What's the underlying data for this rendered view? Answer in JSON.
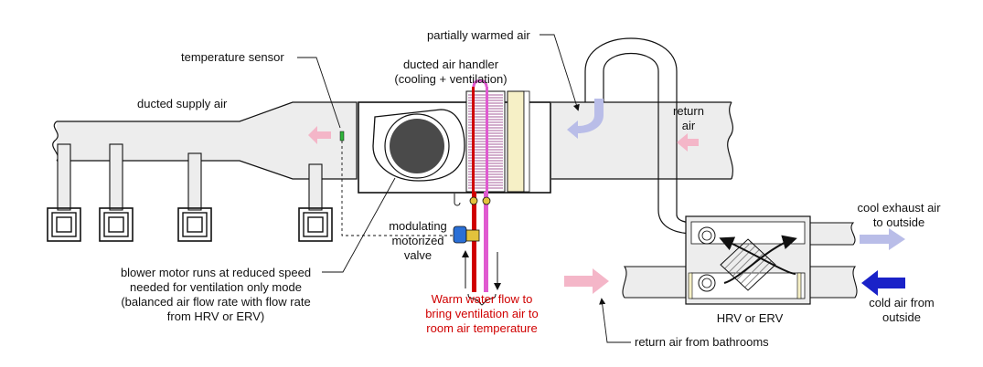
{
  "labels": {
    "temperature_sensor": "temperature sensor",
    "ducted_supply_air": "ducted supply air",
    "air_handler_line1": "ducted air handler",
    "air_handler_line2": "(cooling + ventilation)",
    "partially_warmed_air": "partially warmed air",
    "return_air_line1": "return",
    "return_air_line2": "air",
    "cool_exhaust_line1": "cool exhaust air",
    "cool_exhaust_line2": "to outside",
    "valve_line1": "modulating",
    "valve_line2": "motorized",
    "valve_line3": "valve",
    "blower_line1": "blower motor runs at reduced speed",
    "blower_line2": "needed for ventilation only mode",
    "blower_line3": "(balanced air flow rate with flow rate",
    "blower_line4": "from  HRV or ERV)",
    "warm_water_line1": "Warm water flow to",
    "warm_water_line2": "bring ventilation air to",
    "warm_water_line3": "room air temperature",
    "hrv_erv": "HRV or ERV",
    "cold_air_line1": "cold air from",
    "cold_air_line2": "outside",
    "return_bathrooms": "return air from bathrooms"
  },
  "colors": {
    "pink_arrow": "#f4b6c8",
    "lavender_arrow": "#b9bde8",
    "blue_arrow": "#1a22c8",
    "duct_fill": "#ededed",
    "warm_water_red": "#d00000",
    "pipe_magenta": "#e05ad0",
    "valve_blue": "#2a6fd6",
    "valve_brass": "#e3c23c",
    "sensor_green": "#2fb43a",
    "filter_yellow": "#f6f0c6",
    "blower_wheel": "#4a4a4a",
    "core_hatch": "#999999"
  }
}
